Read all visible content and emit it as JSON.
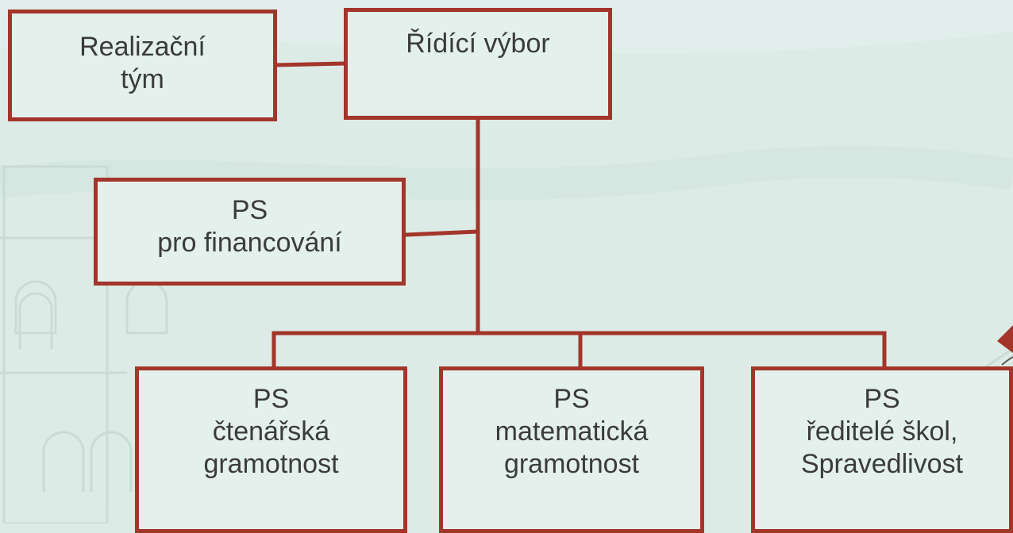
{
  "diagram": {
    "nodes": {
      "realizacni_tym": {
        "lines": [
          "Realizační",
          "tým"
        ]
      },
      "ridici_vybor": {
        "lines": [
          "Řídící výbor"
        ]
      },
      "ps_financovani": {
        "lines": [
          "PS",
          "pro financování"
        ]
      },
      "ps_ctenarska": {
        "lines": [
          "PS",
          "čtenářská",
          "gramotnost"
        ]
      },
      "ps_matematicka": {
        "lines": [
          "PS",
          "matematická",
          "gramotnost"
        ]
      },
      "ps_reditele": {
        "lines": [
          "PS",
          "ředitelé škol,",
          "Spravedlivost"
        ]
      }
    },
    "edges": [
      {
        "from": "realizacni_tym",
        "to": "ridici_vybor"
      },
      {
        "from": "ridici_vybor",
        "to": "ps_financovani"
      },
      {
        "from": "ridici_vybor",
        "to": "ps_ctenarska"
      },
      {
        "from": "ridici_vybor",
        "to": "ps_matematicka"
      },
      {
        "from": "ridici_vybor",
        "to": "ps_reditele"
      }
    ],
    "colors": {
      "background": "#dcebe6",
      "box_border": "#a3352b",
      "connector": "#a3352b",
      "text": "#3b3b3b"
    }
  }
}
